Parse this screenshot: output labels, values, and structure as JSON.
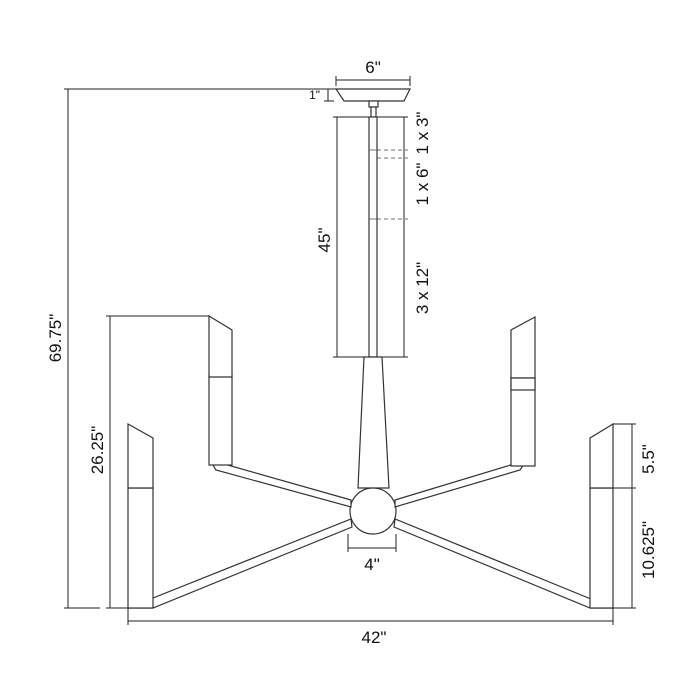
{
  "dimensions": {
    "canopy_width": "6\"",
    "canopy_height": "1\"",
    "rod_1x3": "1 x 3\"",
    "rod_1x6": "1 x 6\"",
    "rod_3x12": "3 x 12\"",
    "rod_length": "45\"",
    "overall_height": "69.75\"",
    "fixture_height": "26.25\"",
    "shade_height": "5.5\"",
    "arm_height": "10.625\"",
    "overall_width": "42\"",
    "body_width": "4\""
  },
  "colors": {
    "line": "#333333",
    "background": "#ffffff"
  }
}
